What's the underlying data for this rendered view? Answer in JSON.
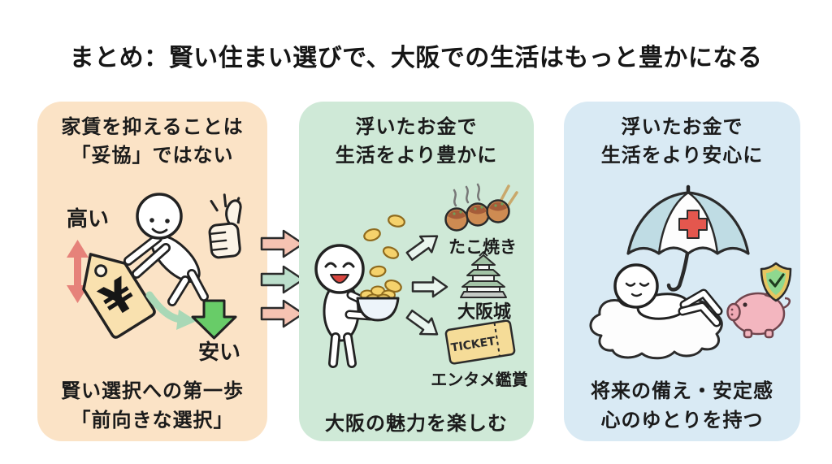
{
  "title": "まとめ：賢い住まい選びで、大阪での生活はもっと豊かになる",
  "colors": {
    "panel1_bg": "#FBE3C6",
    "panel2_bg": "#CFE9D7",
    "panel3_bg": "#D9EAF4",
    "flow_arrow_pink": "#F6C3B2",
    "flow_arrow_green": "#BCDFCC",
    "high_low_arrow_red": "#E6827A",
    "cheap_arrow_green": "#68CC68",
    "price_tag": "#F9E1AF",
    "coin_gold": "#F5D26C",
    "cross_red": "#E4574E",
    "piggy_pink": "#F3B6BF",
    "shield_green": "#8FD88F",
    "shield_border_gold": "#E7C661"
  },
  "panel1": {
    "header_line1": "家賃を抑えることは",
    "header_line2": "「妥協」ではない",
    "label_high": "高い",
    "label_low": "安い",
    "tag_symbol": "¥",
    "footer_line1": "賢い選択への第一歩",
    "footer_line2": "「前向きな選択」"
  },
  "panel2": {
    "header_line1": "浮いたお金で",
    "header_line2": "生活をより豊かに",
    "items": [
      {
        "label": "たこ焼き"
      },
      {
        "label": "大阪城"
      },
      {
        "label": "エンタメ鑑賞"
      }
    ],
    "ticket_text": "TICKET",
    "footer": "大阪の魅力を楽しむ"
  },
  "panel3": {
    "header_line1": "浮いたお金で",
    "header_line2": "生活をより安心に",
    "footer_line1": "将来の備え・安定感",
    "footer_line2": "心のゆとりを持つ"
  }
}
